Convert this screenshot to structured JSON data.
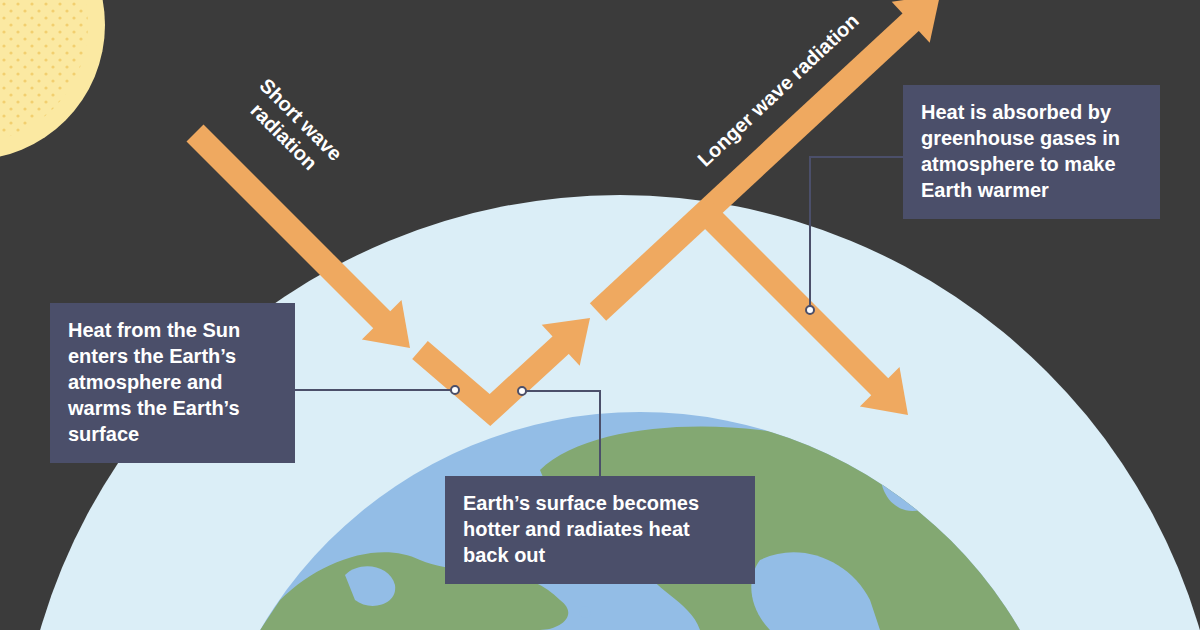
{
  "diagram": {
    "nodes": [
      {
        "text": [
          "Heat is absorbed by greenhouse gases in atmosphere to make Earth warmer"
        ]
      },
      {
        "text": [
          "Heat from the Sun enters the Earth’s atmosphere and warms the Earth’s surface"
        ]
      },
      {
        "text": [
          "Earth’s surface becomes hotter and radiates heat back out"
        ]
      }
    ],
    "labels": [
      "Short wave radiation",
      "Longer wave radiation"
    ]
  }
}
